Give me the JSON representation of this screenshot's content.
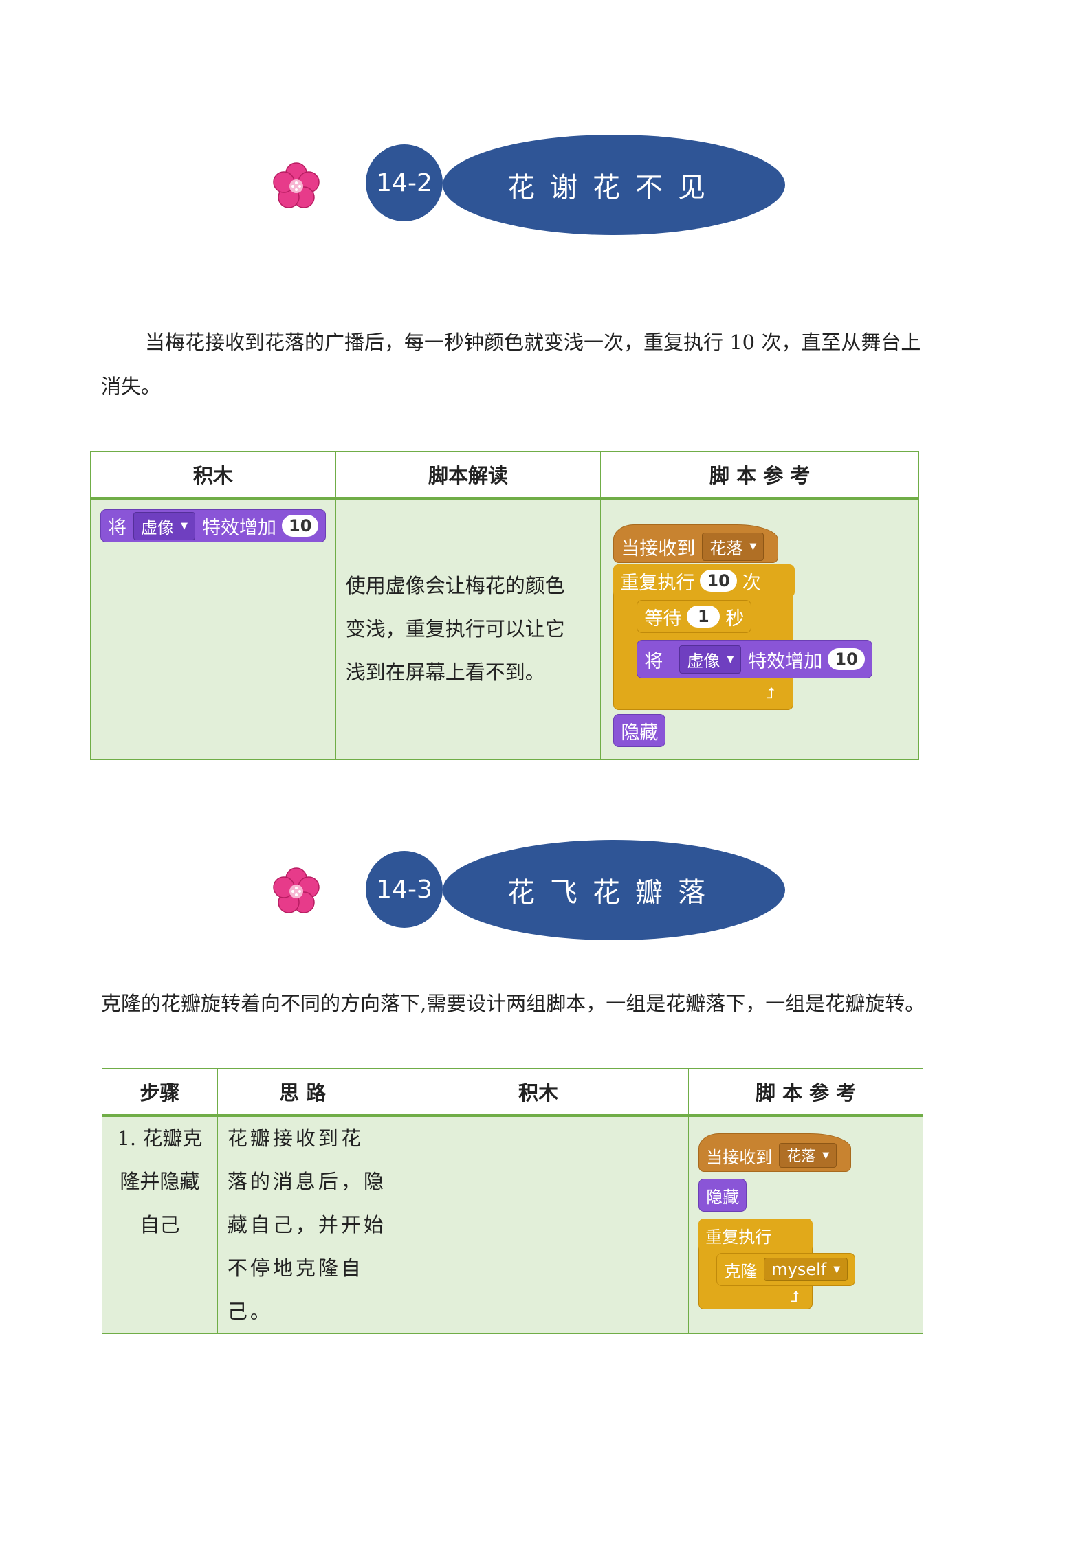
{
  "section1": {
    "number": "14-2",
    "title": "花谢花不见",
    "intro_line1": "当梅花接收到花落的广播后，每一秒钟颜色就变浅一次，重复执行 10 次，直至从舞台上",
    "intro_line2": "消失。",
    "table": {
      "headers": [
        "积木",
        "脚本解读",
        "脚 本 参 考"
      ],
      "block": {
        "verb": "将",
        "effect": "虚像",
        "action": "特效增加",
        "value": "10"
      },
      "explanation": [
        "使用虚像会让梅花的颜色",
        "变浅，重复执行可以让它",
        "浅到在屏幕上看不到。"
      ],
      "script": {
        "hat_label": "当接收到",
        "hat_msg": "花落",
        "repeat_label": "重复执行",
        "repeat_value": "10",
        "repeat_unit": "次",
        "wait_label": "等待",
        "wait_value": "1",
        "wait_unit": "秒",
        "inner_verb": "将",
        "inner_effect": "虚像",
        "inner_action": "特效增加",
        "inner_value": "10",
        "hide_label": "隐藏"
      }
    }
  },
  "section2": {
    "number": "14-3",
    "title": "花飞花瓣落",
    "intro": "克隆的花瓣旋转着向不同的方向落下,需要设计两组脚本，一组是花瓣落下，一组是花瓣旋转。",
    "table": {
      "headers": [
        "步骤",
        "思 路",
        "积木",
        "脚 本 参 考"
      ],
      "step": [
        "1. 花瓣克",
        "隆并隐藏",
        "自己"
      ],
      "idea": [
        "花瓣接收到花",
        "落的消息后，隐",
        "藏自己，并开始",
        "不停地克隆自",
        "己。"
      ],
      "script": {
        "hat_label": "当接收到",
        "hat_msg": "花落",
        "hide_label": "隐藏",
        "forever_label": "重复执行",
        "clone_label": "克隆",
        "clone_target": "myself"
      }
    }
  },
  "colors": {
    "header_blue": "#2f5596",
    "table_green": "#e2efd9",
    "table_border": "#70ad47"
  }
}
